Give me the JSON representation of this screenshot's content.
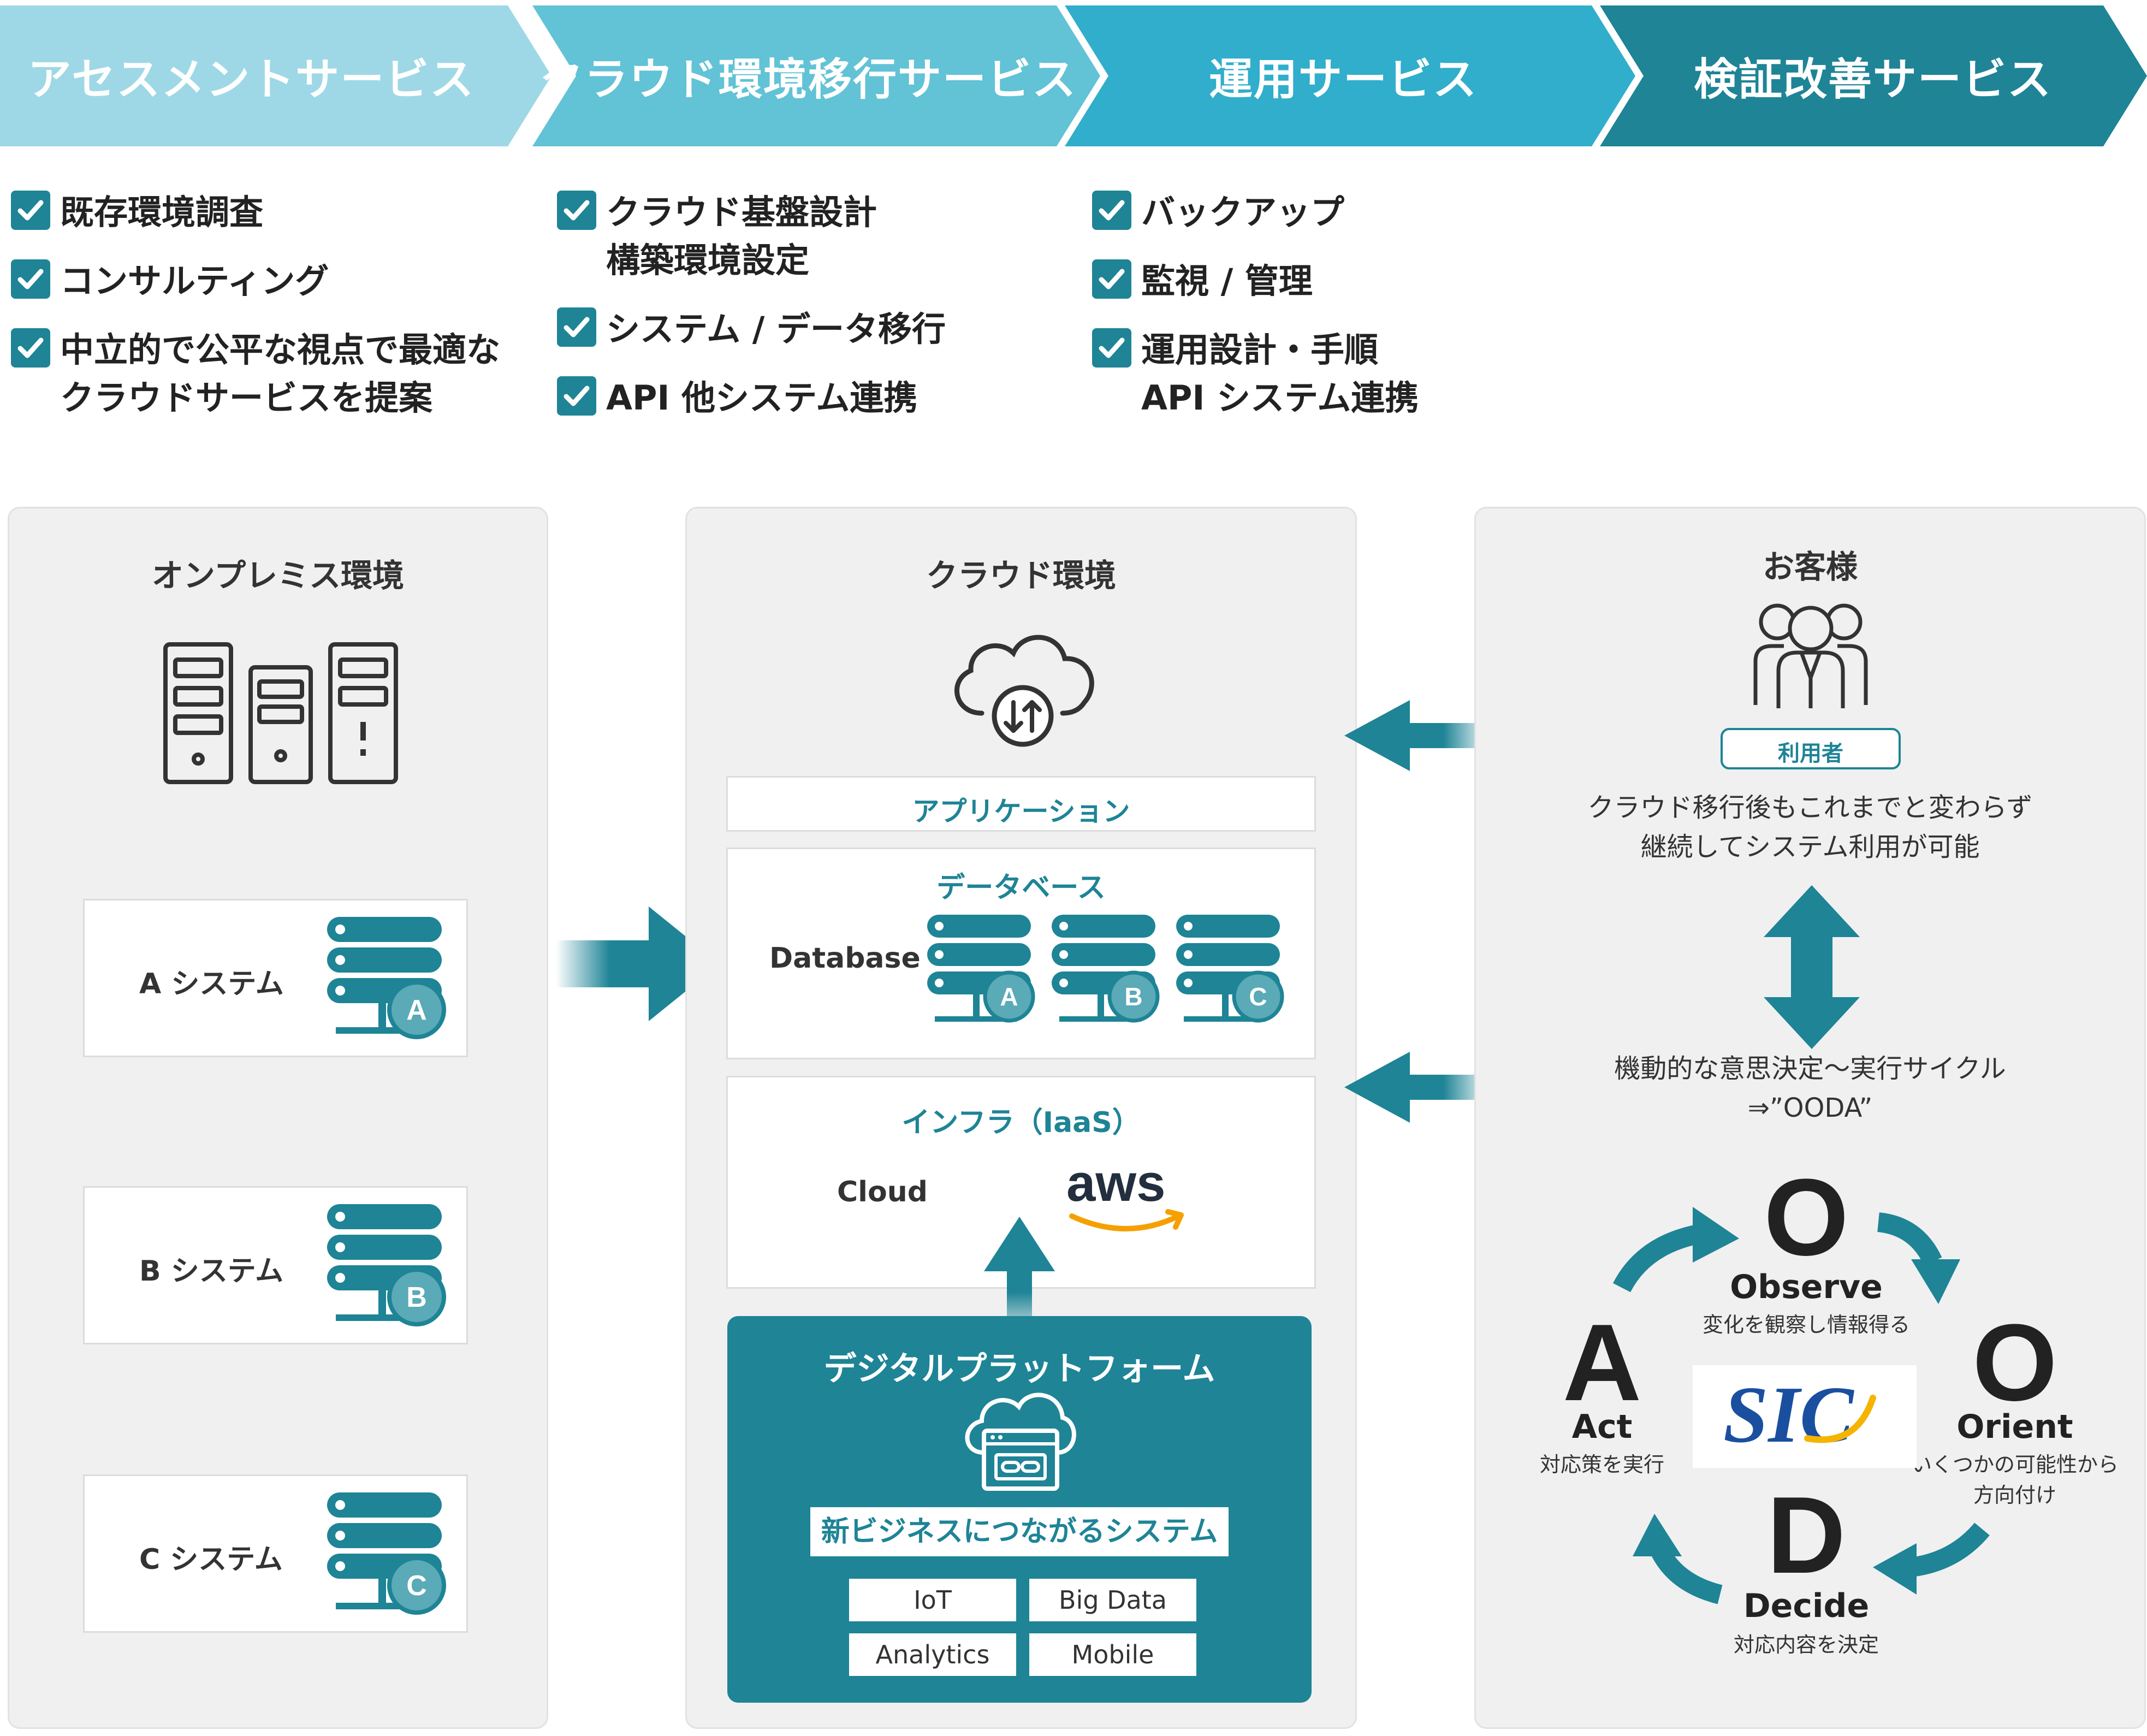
{
  "header": {
    "steps": [
      {
        "label": "アセスメントサービス",
        "color": "#9ed8e6"
      },
      {
        "label": "クラウド環境移行サービス",
        "color": "#62c2d6"
      },
      {
        "label": "運用サービス",
        "color": "#30aecb"
      },
      {
        "label": "検証改善サービス",
        "color": "#1e8496"
      }
    ]
  },
  "checklists": [
    {
      "items": [
        {
          "lines": [
            "既存環境調査"
          ]
        },
        {
          "lines": [
            "コンサルティング"
          ]
        },
        {
          "lines": [
            "中立的で公平な視点で最適な",
            "クラウドサービスを提案"
          ]
        }
      ]
    },
    {
      "items": [
        {
          "lines": [
            "クラウド基盤設計",
            "構築環境設定"
          ]
        },
        {
          "lines": [
            "システム / データ移行"
          ]
        },
        {
          "lines": [
            "API 他システム連携"
          ]
        }
      ]
    },
    {
      "items": [
        {
          "lines": [
            "バックアップ"
          ]
        },
        {
          "lines": [
            "監視 / 管理"
          ]
        },
        {
          "lines": [
            "運用設計・手順",
            "API システム連携"
          ]
        }
      ]
    }
  ],
  "onprem": {
    "title": "オンプレミス環境",
    "systems": [
      {
        "label": "A システム",
        "badge": "A"
      },
      {
        "label": "B システム",
        "badge": "B"
      },
      {
        "label": "C システム",
        "badge": "C"
      }
    ]
  },
  "cloud": {
    "title": "クラウド環境",
    "application_label": "アプリケーション",
    "database": {
      "title": "データベース",
      "label": "Database",
      "badges": [
        "A",
        "B",
        "C"
      ]
    },
    "infra": {
      "title": "インフラ（IaaS）",
      "label": "Cloud",
      "logo_text": "aws"
    },
    "digital_platform": {
      "title": "デジタルプラットフォーム",
      "subtitle": "新ビジネスにつながるシステム",
      "tags": [
        "IoT",
        "Big Data",
        "Analytics",
        "Mobile"
      ]
    }
  },
  "customer": {
    "title": "お客様",
    "user_badge": "利用者",
    "desc_lines": [
      "クラウド移行後もこれまでと変わらず",
      "継続してシステム利用が可能"
    ],
    "cycle_lines": [
      "機動的な意思決定〜実行サイクル",
      "⇒”OODA”"
    ]
  },
  "ooda": {
    "logo_text": "SIC",
    "observe": {
      "letter": "O",
      "word": "Observe",
      "desc": [
        "変化を観察し情報得る"
      ]
    },
    "orient": {
      "letter": "O",
      "word": "Orient",
      "desc": [
        "いくつかの可能性から",
        "方向付け"
      ]
    },
    "decide": {
      "letter": "D",
      "word": "Decide",
      "desc": [
        "対応内容を決定"
      ]
    },
    "act": {
      "letter": "A",
      "word": "Act",
      "desc": [
        "対応策を実行"
      ]
    }
  },
  "colors": {
    "teal": "#1e8496",
    "panel_bg": "#f0f0f0",
    "server_gray": "#333333",
    "logo_blue": "#1a4fa0",
    "logo_gold": "#f5b400"
  },
  "icons": [
    "check-icon",
    "server-tower-icon",
    "server-stack-icon",
    "cloud-transfer-icon",
    "users-icon",
    "cloud-browser-icon",
    "arrow-right-icon",
    "arrow-left-icon",
    "arrow-up-icon",
    "double-arrow-vertical-icon",
    "cycle-arrow-icon"
  ]
}
